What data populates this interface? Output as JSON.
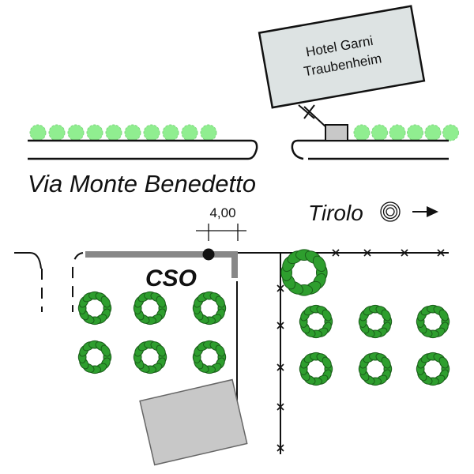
{
  "hotel": {
    "line1": "Hotel Garni",
    "line2": "Traubenheim"
  },
  "street": "Via Monte Benedetto",
  "direction": {
    "label": "Tirolo",
    "icon": "target-icon",
    "arrow": "arrow-right-icon"
  },
  "dimension": "4,00",
  "site_label": "CSO",
  "colors": {
    "hedge": "#90ee90",
    "tree": "#2e9e2e",
    "tree_dark": "#1a5e1a",
    "building": "#c8c8c8",
    "sign": "#dde3e3",
    "wall": "#888888"
  }
}
